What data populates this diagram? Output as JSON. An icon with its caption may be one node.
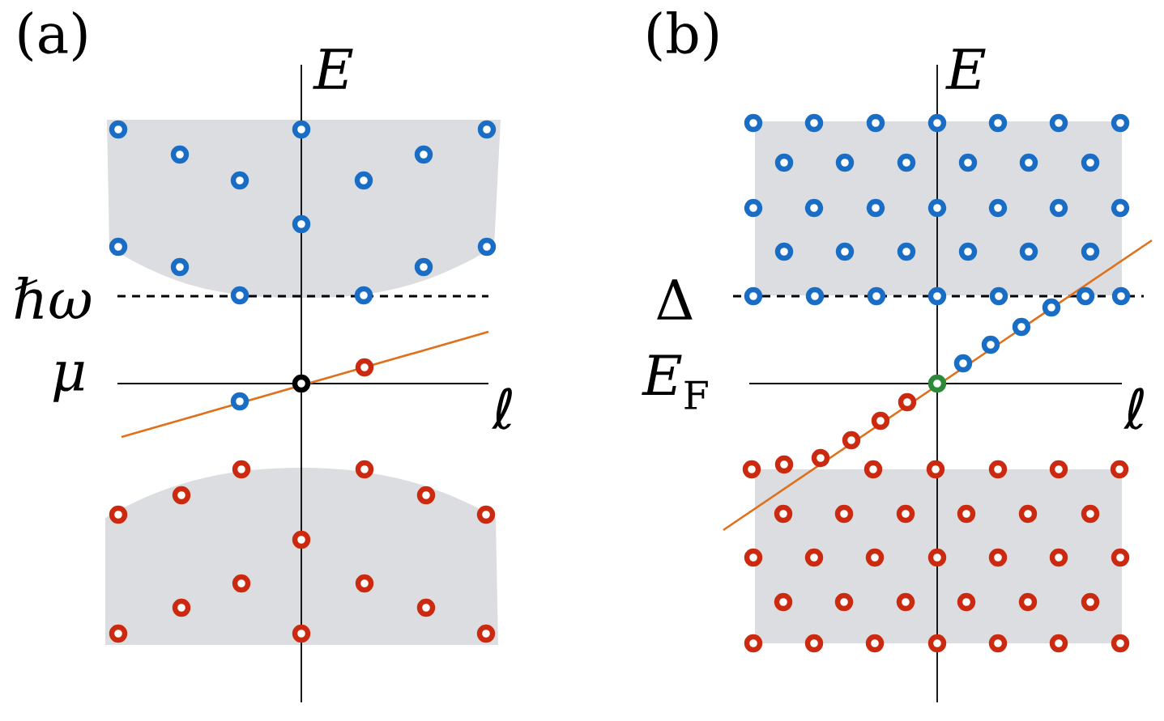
{
  "diagram": {
    "labels": [
      "(a)",
      "E",
      "ℏω",
      "μ",
      "ℓ",
      "(b)",
      "E",
      "Δ",
      "*E*$_{F}$",
      "ℓ"
    ]
  }
}
